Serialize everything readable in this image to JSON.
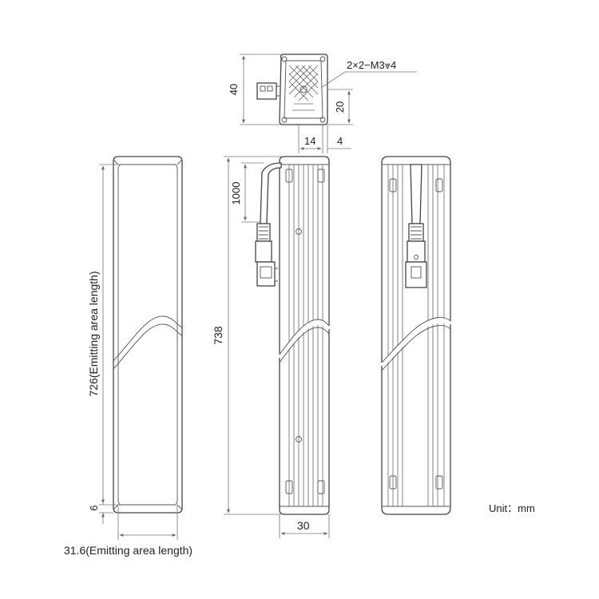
{
  "labels": {
    "thread_callout": "2×2−M3⩔4",
    "dim_height_top": "40",
    "dim_offset_20": "20",
    "dim_width_14": "14",
    "dim_width_4": "4",
    "dim_cable_length": "1000",
    "dim_total_length": "738",
    "dim_emitting_length": "726(Emitting area length)",
    "dim_end_6": "6",
    "dim_width_30": "30",
    "dim_emitting_width": "31.6(Emitting area length)",
    "unit": "Unit：mm"
  }
}
